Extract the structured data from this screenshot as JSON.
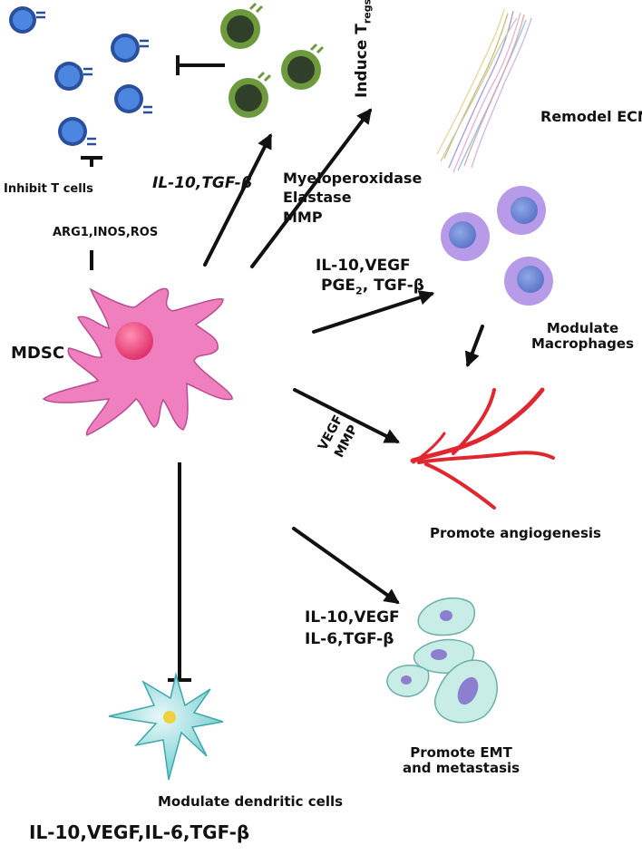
{
  "labels": {
    "inhibit_t_cells": "Inhibit T cells",
    "arg1": "ARG1,INOS,ROS",
    "il10_tgf": "IL-10,TGF-β",
    "induce_tregs_main": "Induce T",
    "induce_tregs_sub": "regs",
    "remodel_ecm": "Remodel ECM",
    "myeloperoxidase": "Myeloperoxidase",
    "elastase": "Elastase",
    "mmp": "MMP",
    "il10_vegf_line1": "IL-10,VEGF",
    "pge": "PGE",
    "pge_sub": "2",
    "pge_rest": ", TGF-β",
    "mdsc": "MDSC",
    "modulate_macrophages_1": "Modulate",
    "modulate_macrophages_2": "Macrophages",
    "vegf": "VEGF",
    "vegf_mmp": "MMP",
    "promote_angiogenesis": "Promote angiogenesis",
    "emt_factors_1": "IL-10,VEGF",
    "emt_factors_2": "IL-6,TGF-β",
    "promote_emt_1": "Promote EMT",
    "promote_emt_2": "and metastasis",
    "modulate_dendritic": "Modulate dendritic cells",
    "dc_factors": "IL-10,VEGF,IL-6,TGF-β"
  },
  "colors": {
    "t_cell": "#3f78d8",
    "treg_outer": "#6e9a3e",
    "treg_inner": "#2f3f2a",
    "mdsc": "#f07fc0",
    "mdsc_nucleus": "#e8407c",
    "macrophage": "#b89be8",
    "macrophage_nucleus": "#6b83cf",
    "vessel": "#e0262e",
    "dendritic": "#7fd8d8",
    "dendritic_nucleus": "#f0d040",
    "emt_cell": "#c8ece6",
    "emt_nucleus": "#8c7fd0"
  }
}
